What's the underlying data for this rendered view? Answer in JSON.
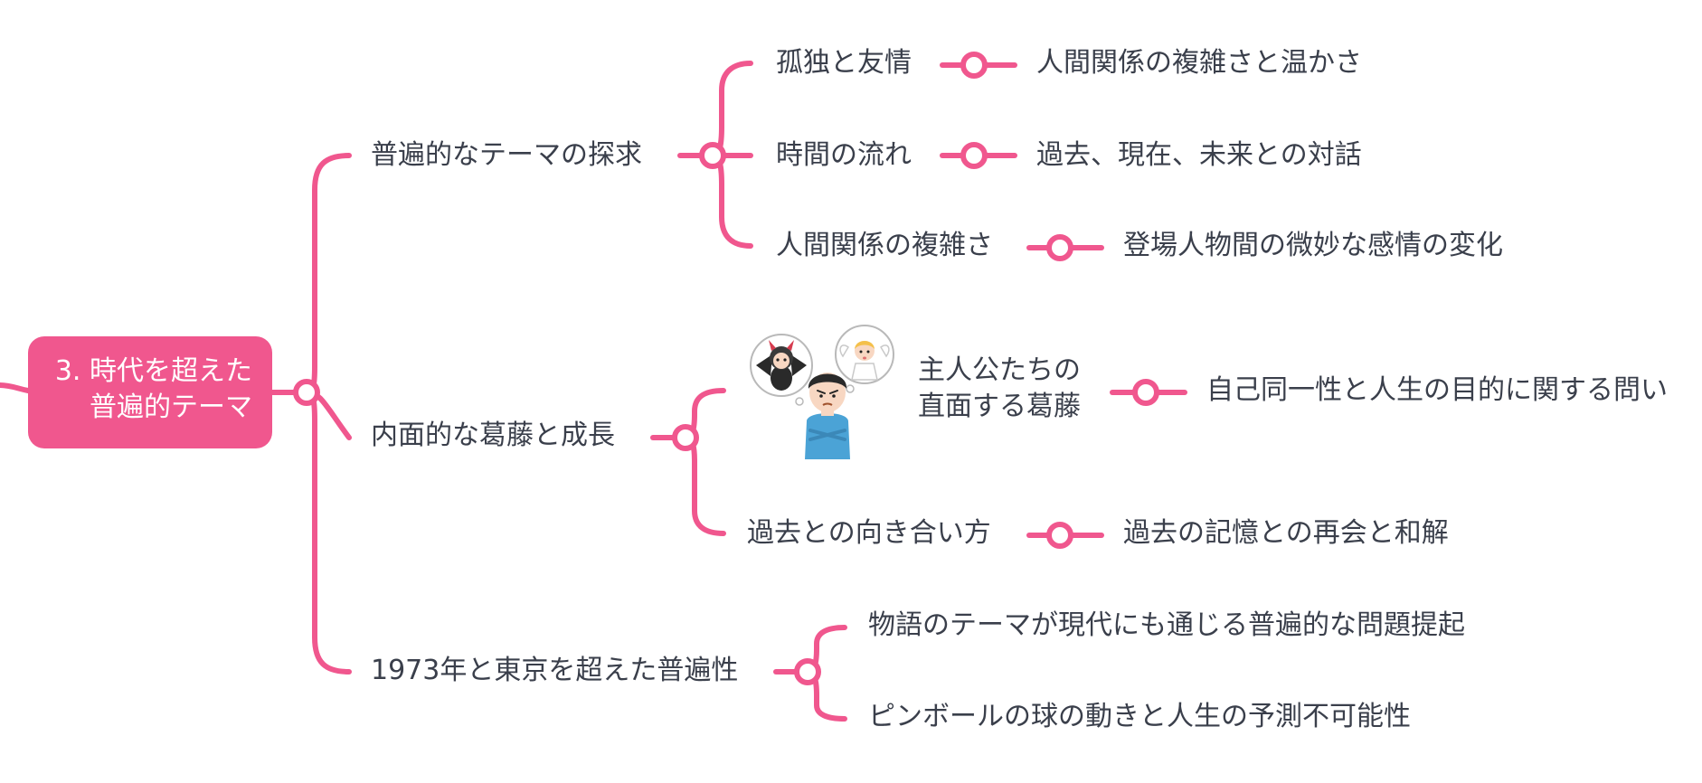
{
  "colors": {
    "accent": "#f0578e",
    "text": "#3a3f4b"
  },
  "root": {
    "line1": "3. 時代を超えた",
    "line2": "普遍的テーマ"
  },
  "branches": [
    {
      "label": "普遍的なテーマの探求",
      "children": [
        {
          "label": "孤独と友情",
          "detail": "人間関係の複雑さと温かさ"
        },
        {
          "label": "時間の流れ",
          "detail": "過去、現在、未来との対話"
        },
        {
          "label": "人間関係の複雑さ",
          "detail": "登場人物間の微妙な感情の変化"
        }
      ]
    },
    {
      "label": "内面的な葛藤と成長",
      "children": [
        {
          "label_line1": "主人公たちの",
          "label_line2": "直面する葛藤",
          "detail": "自己同一性と人生の目的に関する問い",
          "image": "person-with-devil-and-angel-thought-bubbles"
        },
        {
          "label": "過去との向き合い方",
          "detail": "過去の記憶との再会と和解"
        }
      ]
    },
    {
      "label": "1973年と東京を超えた普遍性",
      "children": [
        {
          "label": "物語のテーマが現代にも通じる普遍的な問題提起"
        },
        {
          "label": "ピンボールの球の動きと人生の予測不可能性"
        }
      ]
    }
  ]
}
